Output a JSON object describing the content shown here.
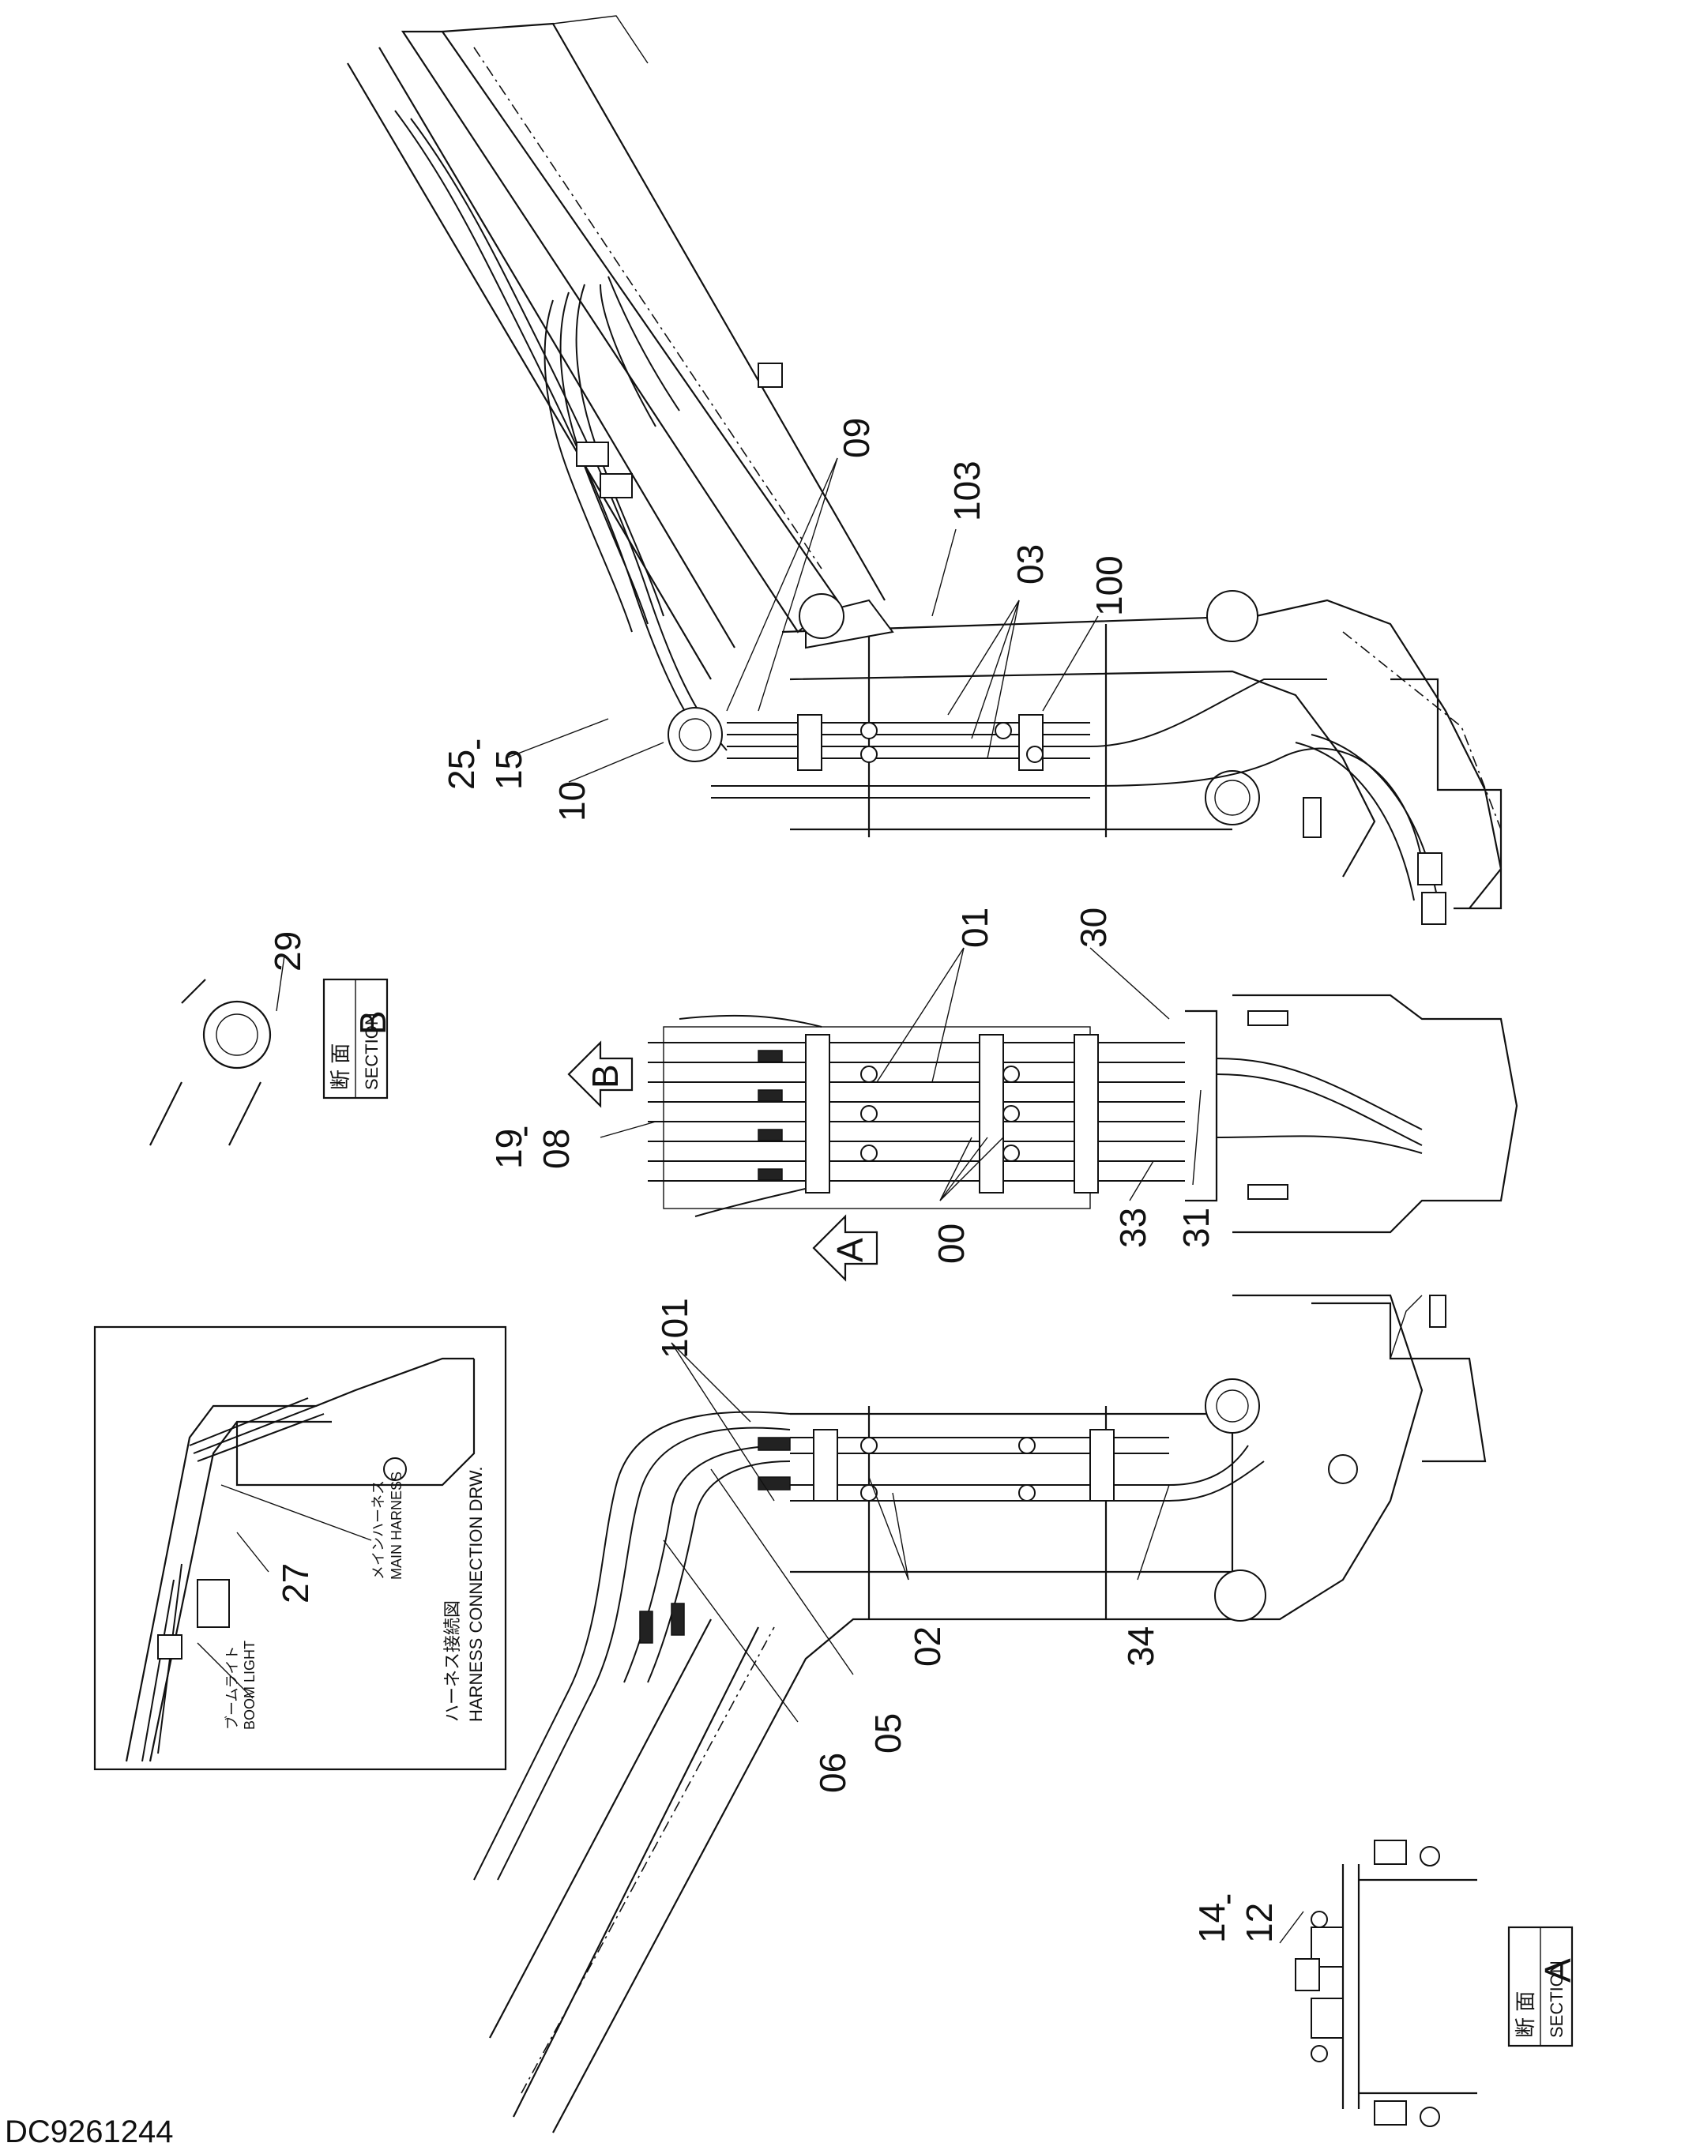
{
  "drawing_number": "DC9261244",
  "callouts": {
    "c09": "09",
    "c103": "103",
    "c03": "03",
    "c100": "100",
    "c25": "25",
    "c15": "15",
    "c10": "10",
    "c29": "29",
    "c01": "01",
    "c30": "30",
    "c19": "19",
    "c08": "08",
    "c00": "00",
    "c33": "33",
    "c31": "31",
    "c101": "101",
    "c27": "27",
    "c02": "02",
    "c34": "34",
    "c05": "05",
    "c06": "06",
    "c14": "14",
    "c12": "12",
    "dash": "-"
  },
  "section_b": {
    "jp": "断 面",
    "en": "SECTION",
    "letter": "B"
  },
  "section_a": {
    "jp": "断 面",
    "en": "SECTION",
    "letter": "A"
  },
  "view_arrow_b": "B",
  "view_arrow_a": "A",
  "inset": {
    "title_jp": "ハーネス接続図",
    "title_en": "HARNESS CONNECTION DRW.",
    "main_harness_jp": "メインハーネス",
    "main_harness_en": "MAIN HARNESS",
    "boom_light_jp": "ブームライト",
    "boom_light_en": "BOOM LIGHT"
  }
}
